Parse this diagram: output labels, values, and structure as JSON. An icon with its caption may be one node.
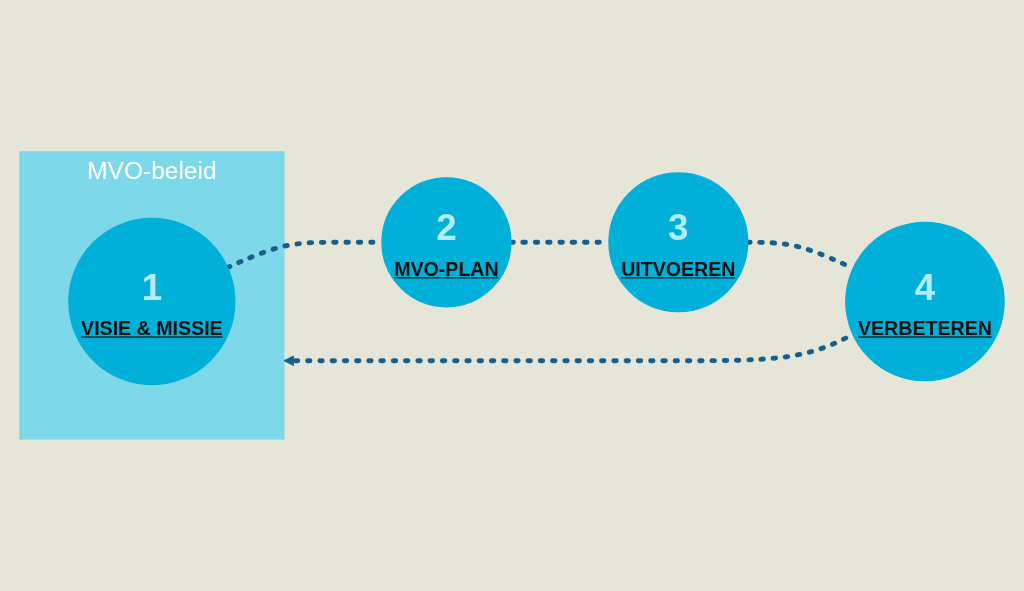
{
  "diagram": {
    "nodes": [
      {
        "text": [
          "MVO-beleid"
        ]
      },
      {
        "text": [
          "1",
          "VISIE & MISSIE"
        ],
        "in": 0
      },
      {
        "text": [
          "2",
          "MVO-PLAN"
        ]
      },
      {
        "text": [
          "3",
          "UITVOEREN"
        ]
      },
      {
        "text": [
          "4",
          "VERBETEREN"
        ]
      }
    ],
    "edges": [
      {
        "from": 1,
        "to": 2,
        "arrow": "none",
        "style": "dashed"
      },
      {
        "from": 2,
        "to": 3,
        "arrow": "none",
        "style": "dashed"
      },
      {
        "from": 3,
        "to": 4,
        "arrow": "none",
        "style": "dashed"
      },
      {
        "from": 4,
        "to": 0,
        "arrow": "to",
        "style": "dashed"
      }
    ]
  }
}
